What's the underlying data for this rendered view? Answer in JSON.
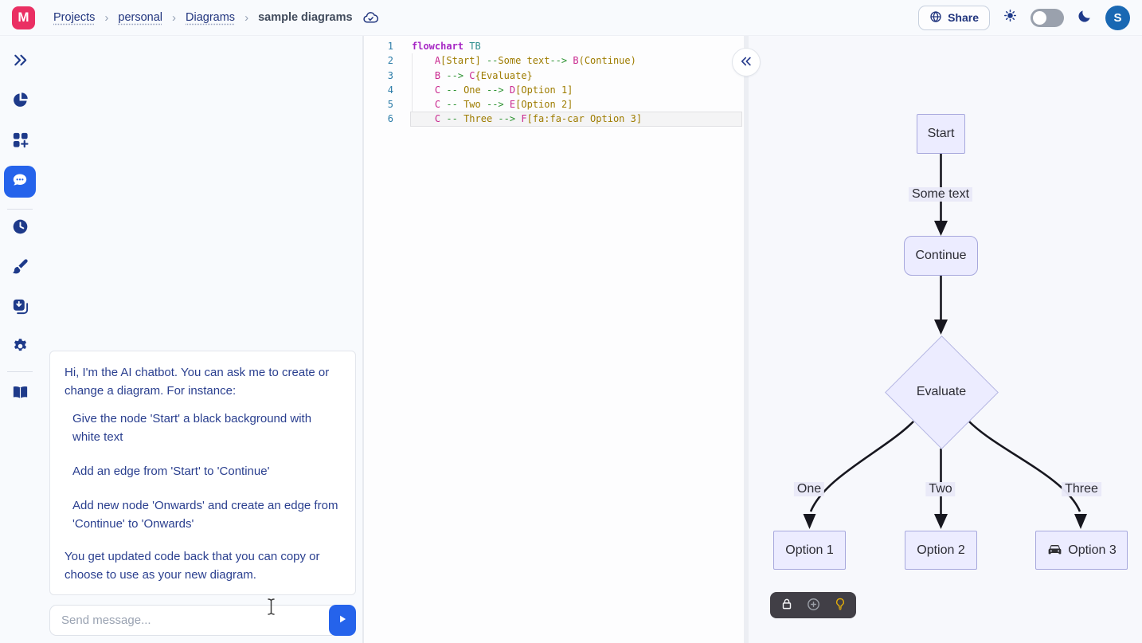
{
  "header": {
    "logo_letter": "M",
    "breadcrumb_separator": "›",
    "breadcrumbs": [
      {
        "label": "Projects",
        "current": false
      },
      {
        "label": "personal",
        "current": false
      },
      {
        "label": "Diagrams",
        "current": false
      },
      {
        "label": "sample diagrams",
        "current": true
      }
    ],
    "share_label": "Share",
    "avatar_initial": "S"
  },
  "sidebar": {
    "items": [
      {
        "name": "expand-sidebar",
        "icon": "double-chevron-right-icon",
        "active": false
      },
      {
        "name": "charts",
        "icon": "pie-chart-icon",
        "active": false
      },
      {
        "name": "sample-diagrams",
        "icon": "blocks-plus-icon",
        "active": false
      },
      {
        "name": "ai-chat",
        "icon": "chat-bubble-icon",
        "active": true
      },
      {
        "name": "history",
        "icon": "clock-icon",
        "active": false
      },
      {
        "name": "theme",
        "icon": "paintbrush-icon",
        "active": false
      },
      {
        "name": "export",
        "icon": "save-icon",
        "active": false
      },
      {
        "name": "settings",
        "icon": "gear-icon",
        "active": false
      },
      {
        "name": "documentation",
        "icon": "book-icon",
        "active": false
      }
    ]
  },
  "chat": {
    "intro": "Hi, I'm the AI chatbot. You can ask me to create or change a diagram. For instance:",
    "suggestions": [
      "Give the node 'Start' a black background with white text",
      "Add an edge from 'Start' to 'Continue'",
      "Add new node 'Onwards' and create an edge from 'Continue' to 'Onwards'"
    ],
    "outro": "You get updated code back that you can copy or choose to use as your new diagram.",
    "input_placeholder": "Send message..."
  },
  "editor": {
    "active_line": 6,
    "lines": [
      {
        "num": 1,
        "tokens": [
          {
            "c": "kw",
            "t": "flowchart"
          },
          {
            "c": "plain",
            "t": " "
          },
          {
            "c": "typ",
            "t": "TB"
          }
        ]
      },
      {
        "num": 2,
        "tokens": [
          {
            "c": "plain",
            "t": "    "
          },
          {
            "c": "id",
            "t": "A"
          },
          {
            "c": "str",
            "t": "[Start]"
          },
          {
            "c": "plain",
            "t": " "
          },
          {
            "c": "arr",
            "t": "--"
          },
          {
            "c": "str",
            "t": "Some text"
          },
          {
            "c": "arr",
            "t": "-->"
          },
          {
            "c": "plain",
            "t": " "
          },
          {
            "c": "id",
            "t": "B"
          },
          {
            "c": "str",
            "t": "(Continue)"
          }
        ]
      },
      {
        "num": 3,
        "tokens": [
          {
            "c": "plain",
            "t": "    "
          },
          {
            "c": "id",
            "t": "B"
          },
          {
            "c": "plain",
            "t": " "
          },
          {
            "c": "arr",
            "t": "-->"
          },
          {
            "c": "plain",
            "t": " "
          },
          {
            "c": "id",
            "t": "C"
          },
          {
            "c": "str",
            "t": "{Evaluate}"
          }
        ]
      },
      {
        "num": 4,
        "tokens": [
          {
            "c": "plain",
            "t": "    "
          },
          {
            "c": "id",
            "t": "C"
          },
          {
            "c": "plain",
            "t": " "
          },
          {
            "c": "arr",
            "t": "--"
          },
          {
            "c": "plain",
            "t": " "
          },
          {
            "c": "str",
            "t": "One"
          },
          {
            "c": "plain",
            "t": " "
          },
          {
            "c": "arr",
            "t": "-->"
          },
          {
            "c": "plain",
            "t": " "
          },
          {
            "c": "id",
            "t": "D"
          },
          {
            "c": "str",
            "t": "[Option 1]"
          }
        ]
      },
      {
        "num": 5,
        "tokens": [
          {
            "c": "plain",
            "t": "    "
          },
          {
            "c": "id",
            "t": "C"
          },
          {
            "c": "plain",
            "t": " "
          },
          {
            "c": "arr",
            "t": "--"
          },
          {
            "c": "plain",
            "t": " "
          },
          {
            "c": "str",
            "t": "Two"
          },
          {
            "c": "plain",
            "t": " "
          },
          {
            "c": "arr",
            "t": "-->"
          },
          {
            "c": "plain",
            "t": " "
          },
          {
            "c": "id",
            "t": "E"
          },
          {
            "c": "str",
            "t": "[Option 2]"
          }
        ]
      },
      {
        "num": 6,
        "tokens": [
          {
            "c": "plain",
            "t": "    "
          },
          {
            "c": "id",
            "t": "C"
          },
          {
            "c": "plain",
            "t": " "
          },
          {
            "c": "arr",
            "t": "--"
          },
          {
            "c": "plain",
            "t": " "
          },
          {
            "c": "str",
            "t": "Three"
          },
          {
            "c": "plain",
            "t": " "
          },
          {
            "c": "arr",
            "t": "-->"
          },
          {
            "c": "plain",
            "t": " "
          },
          {
            "c": "id",
            "t": "F"
          },
          {
            "c": "str",
            "t": "[fa:fa-car Option 3]"
          }
        ]
      }
    ]
  },
  "diagram": {
    "type": "flowchart",
    "direction": "TB",
    "nodes": [
      {
        "id": "A",
        "label": "Start",
        "shape": "rect"
      },
      {
        "id": "B",
        "label": "Continue",
        "shape": "rounded"
      },
      {
        "id": "C",
        "label": "Evaluate",
        "shape": "diamond"
      },
      {
        "id": "D",
        "label": "Option 1",
        "shape": "rect"
      },
      {
        "id": "E",
        "label": "Option 2",
        "shape": "rect"
      },
      {
        "id": "F",
        "label": "Option 3",
        "shape": "rect",
        "icon": "car-icon"
      }
    ],
    "edges": [
      {
        "from": "A",
        "to": "B",
        "label": "Some text"
      },
      {
        "from": "B",
        "to": "C",
        "label": ""
      },
      {
        "from": "C",
        "to": "D",
        "label": "One"
      },
      {
        "from": "C",
        "to": "E",
        "label": "Two"
      },
      {
        "from": "C",
        "to": "F",
        "label": "Three"
      }
    ]
  },
  "preview_toolbar": {
    "icons": [
      "lock-icon",
      "add-circle-icon",
      "lightbulb-icon"
    ]
  },
  "colors": {
    "accent_blue": "#2563eb",
    "logo_pink": "#ea2f63",
    "navy": "#21357e",
    "node_fill": "#ececff",
    "node_border": "#a7a8dd",
    "edge_stroke": "#17171f",
    "toolbar_bg": "#413f46",
    "lightbulb_yellow": "#e7b008"
  }
}
